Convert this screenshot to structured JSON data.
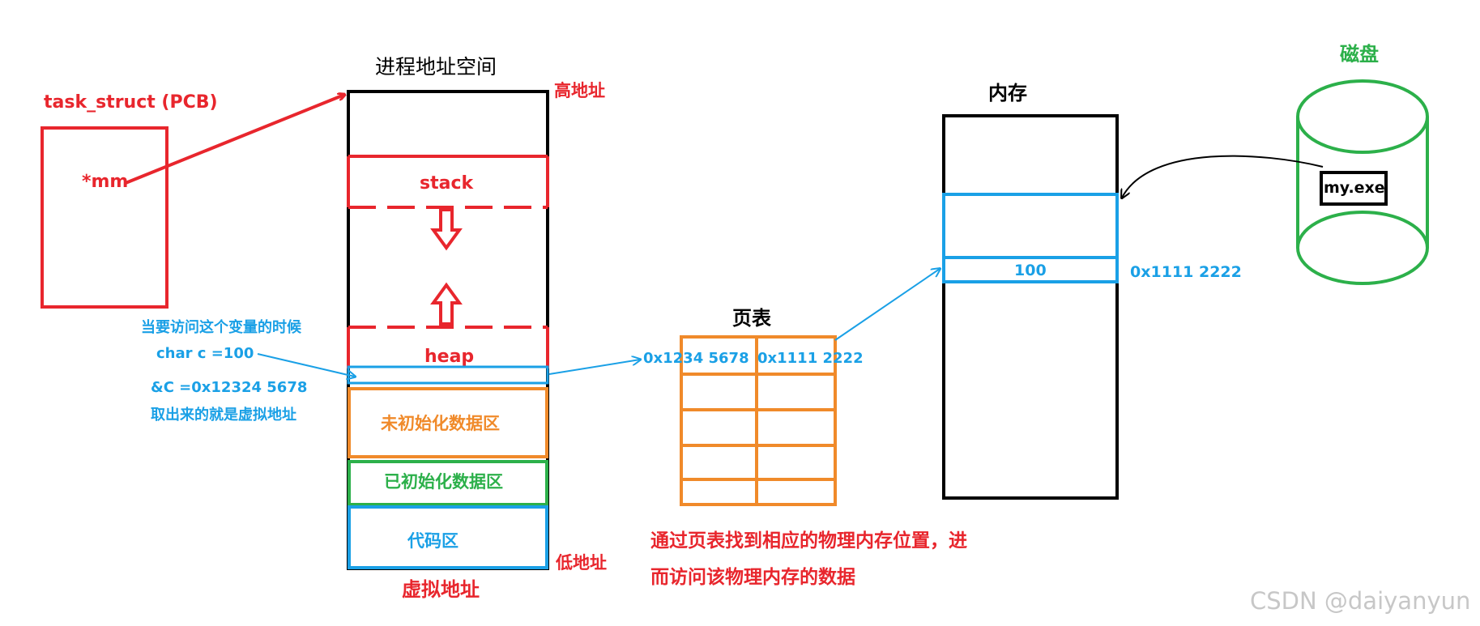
{
  "pcb": {
    "title": "task_struct (PCB)",
    "pointer": "*mm"
  },
  "address_space": {
    "title": "进程地址空间",
    "high_label": "高地址",
    "low_label": "低地址",
    "virtual_label": "虚拟地址",
    "regions": {
      "stack": "stack",
      "heap": "heap",
      "bss": "未初始化数据区",
      "data": "已初始化数据区",
      "code": "代码区"
    }
  },
  "annotation": {
    "line1": "当要访问这个变量的时候",
    "line2": "char c =100",
    "line3": "&C =0x12324 5678",
    "line4": "取出来的就是虚拟地址"
  },
  "page_table": {
    "title": "页表",
    "virtual_addr": "0x1234 5678",
    "physical_addr": "0x1111 2222"
  },
  "explanation": {
    "line1": "通过页表找到相应的物理内存位置，进",
    "line2": "而访问该物理内存的数据"
  },
  "memory": {
    "title": "内存",
    "value": "100",
    "address": "0x1111 2222"
  },
  "disk": {
    "title": "磁盘",
    "file": "my.exe"
  },
  "watermark": "CSDN @daiyanyun",
  "colors": {
    "red": "#e8262d",
    "blue": "#1aa0e6",
    "orange": "#f08a2a",
    "green": "#2cb04a",
    "black": "#000000"
  }
}
